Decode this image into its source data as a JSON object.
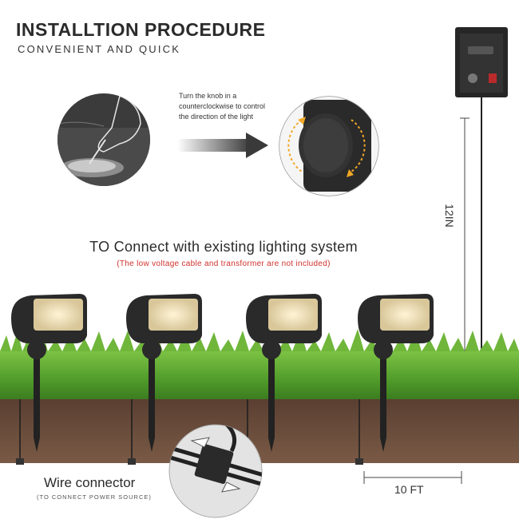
{
  "header": {
    "title": "INSTALLTION PROCEDURE",
    "subtitle": "CONVENIENT AND QUICK"
  },
  "step": {
    "instruction": "Turn the knob in a counterclockwise to control the direction of the light"
  },
  "connect": {
    "title": "TO Connect with existing lighting system",
    "note": "(The low voltage cable and transformer are not included)"
  },
  "dimensions": {
    "height": "12IN",
    "distance": "10 FT"
  },
  "connector": {
    "label": "Wire connector",
    "sublabel": "(TO CONNECT POWER SOURCE)"
  },
  "colors": {
    "grass": "#4f9a2a",
    "soil": "#5a3f31",
    "fixture": "#2a2a2a",
    "note_red": "#d0312d"
  },
  "icons": {
    "arrow": "arrow-right-icon",
    "transformer": "transformer-box-icon",
    "spotlight": "spotlight-icon",
    "connector": "wire-connector-icon"
  }
}
